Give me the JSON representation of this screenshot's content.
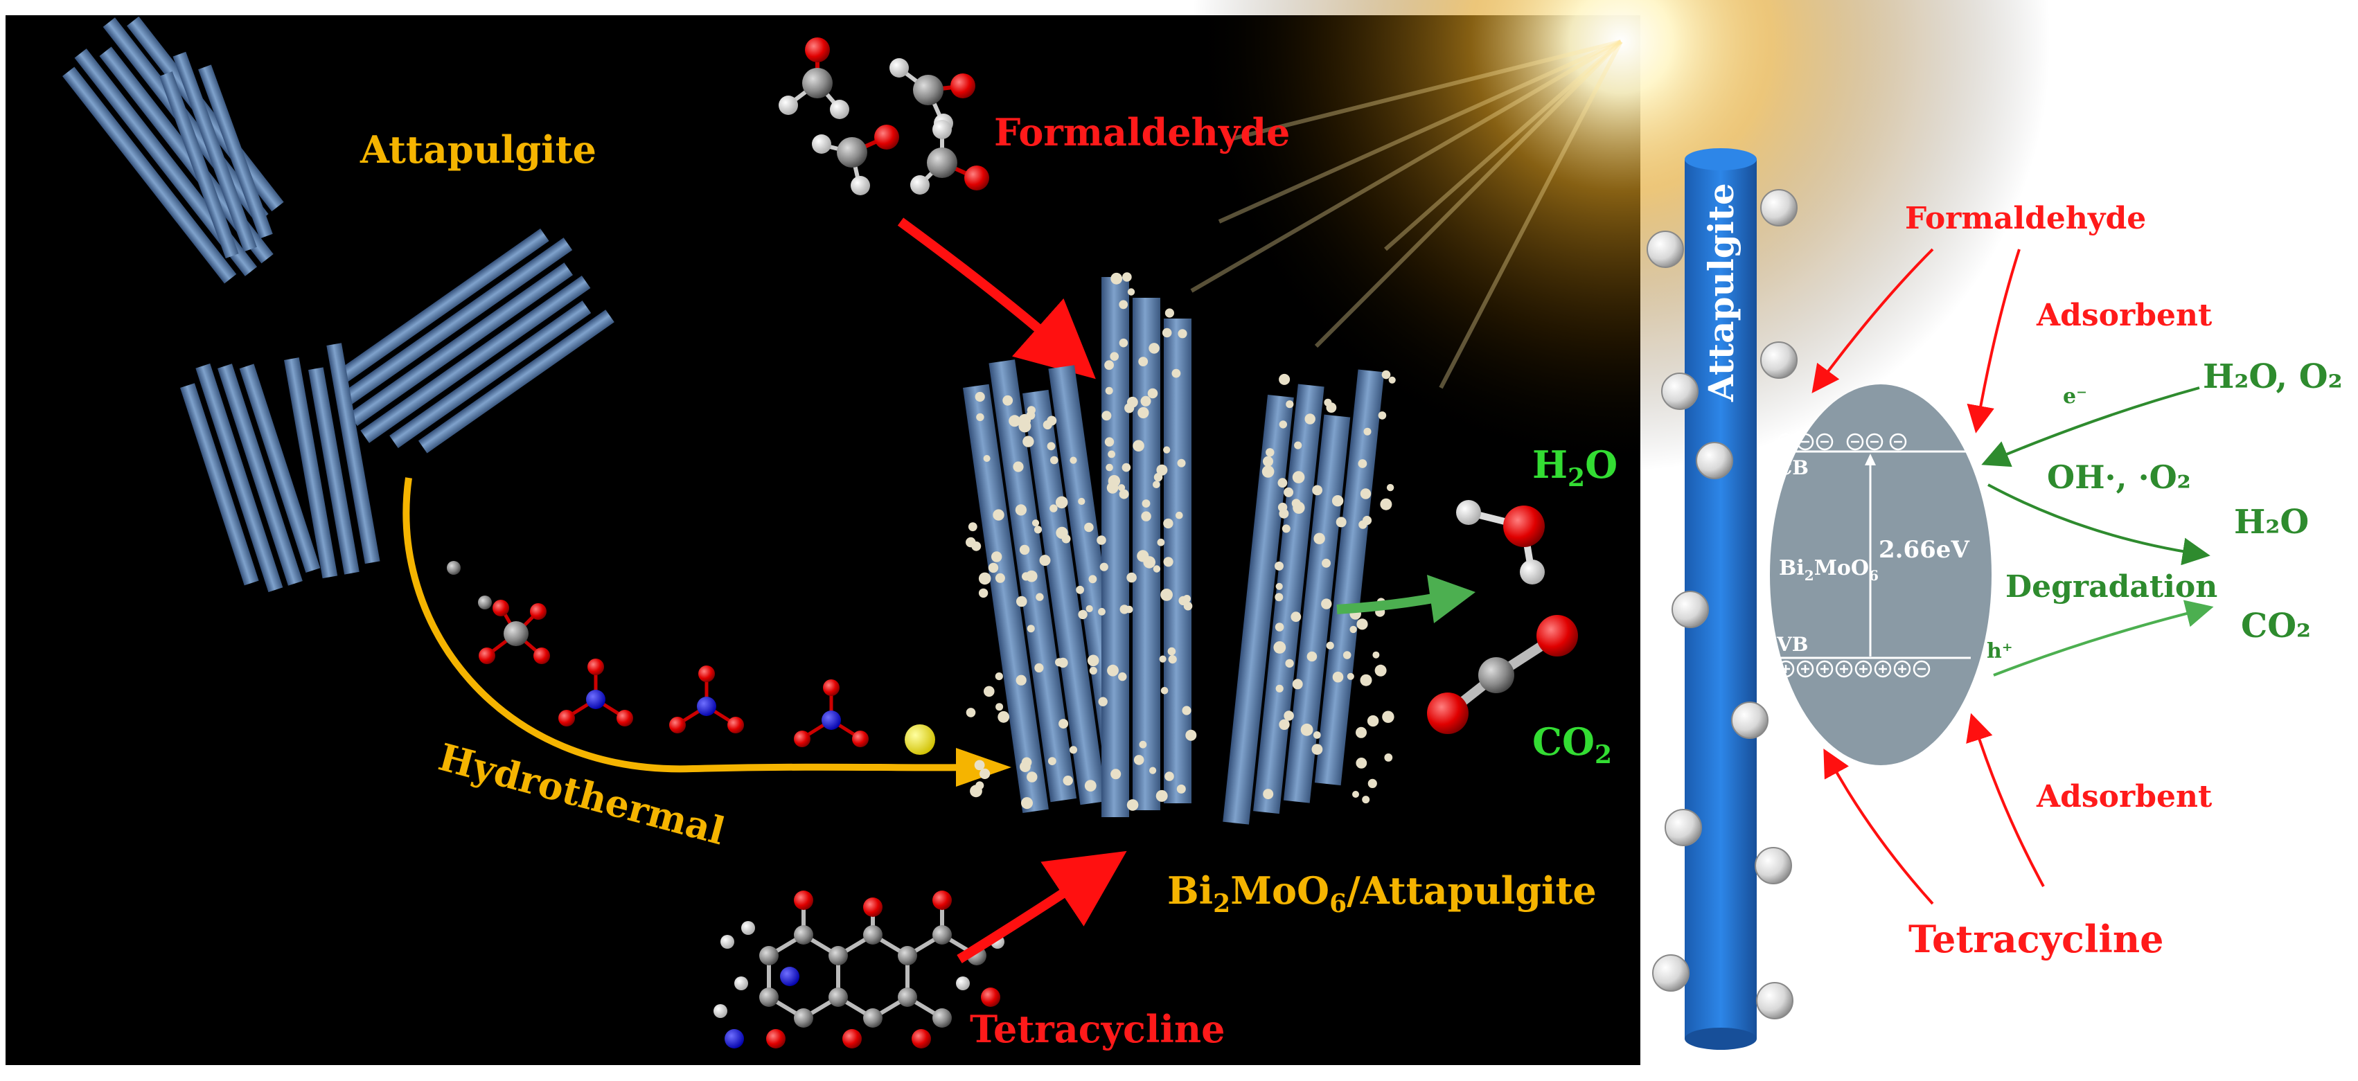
{
  "left_panel": {
    "attapulgite_label": "Attapulgite",
    "formaldehyde_label": "Formaldehyde",
    "hydrothermal_label": "Hydrothermal",
    "tetracycline_label": "Tetracycline",
    "h2o_label": {
      "main": "H",
      "sub": "2",
      "tail": "O"
    },
    "co2_label": {
      "main": "CO",
      "sub": "2"
    },
    "composite_label": {
      "p1": "Bi",
      "s1": "2",
      "p2": "MoO",
      "s2": "6",
      "p3": "/Attapulgite"
    }
  },
  "right_panel": {
    "attapulgite_label": "Attapulgite",
    "formaldehyde_label": "Formaldehyde",
    "adsorbent_top_label": "Adsorbent",
    "adsorbent_bottom_label": "Adsorbent",
    "tetracycline_label": "Tetracycline",
    "h2o_o2_label": "H₂O, O₂",
    "radicals_label": "OH·, ·O₂",
    "h2o_label": "H₂O",
    "degradation_label": "Degradation",
    "co2_label": "CO₂",
    "electron_label": "e⁻",
    "hole_label": "h⁺",
    "cb_label": "CB",
    "vb_label": "VB",
    "bandgap_label": "2.66eV",
    "semiconductor_label": {
      "p1": "Bi",
      "s1": "2",
      "p2": "MoO",
      "s2": "6"
    }
  },
  "colors": {
    "attapulgite_text": "#f5b400",
    "pollutant_text": "#ff1a1a",
    "product_text": "#33dd33",
    "right_product_text": "#2e8b2e",
    "arrow_red": "#ff1010",
    "arrow_orange": "#f5b400",
    "rod_blue": "#5a7ea8",
    "column_blue": "#1e6fd0",
    "ellipse_gray": "#8a9aa5"
  }
}
